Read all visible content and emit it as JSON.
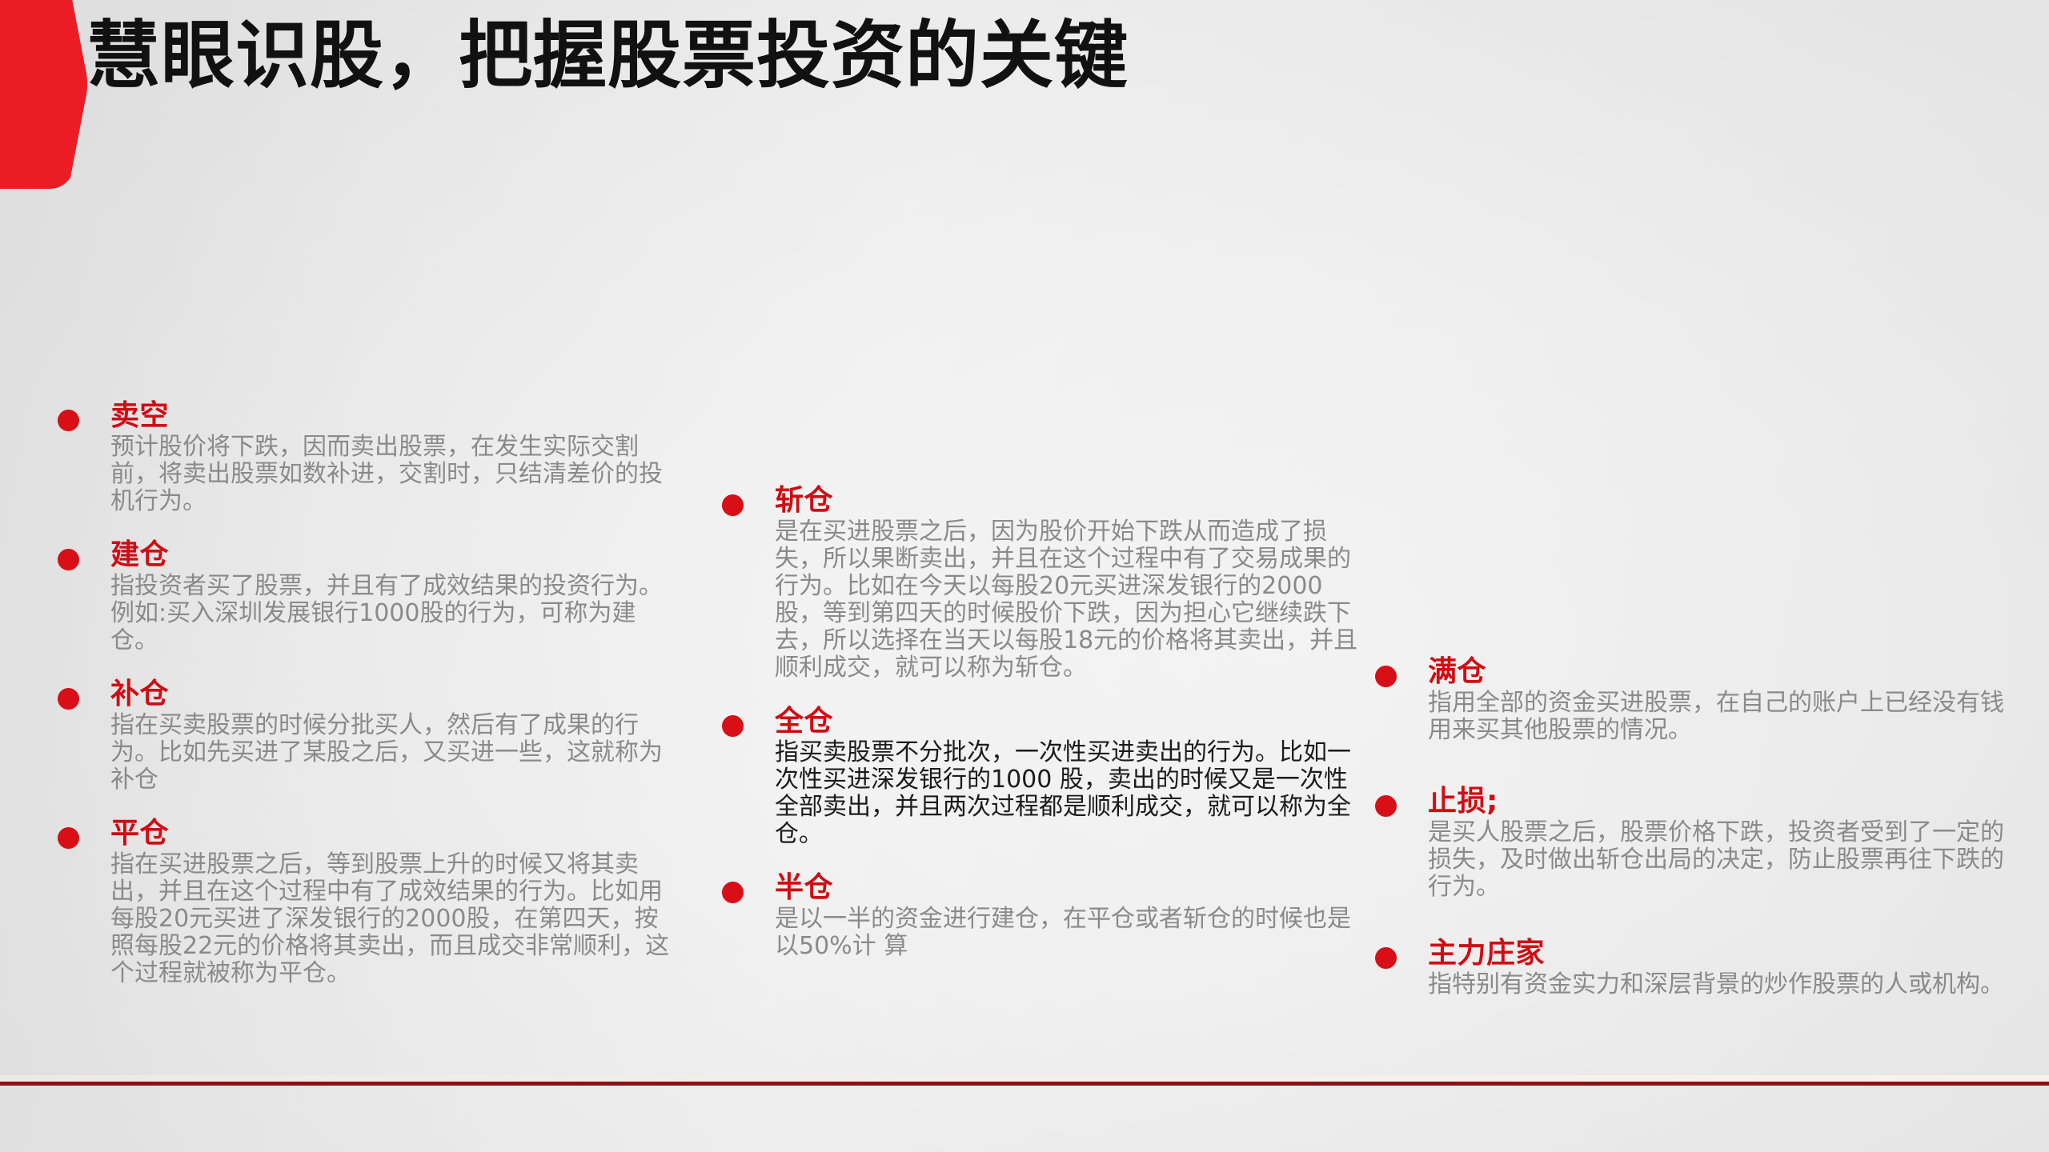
{
  "slide": {
    "title": "慧眼识股，把握股票投资的关键",
    "accent_red": "#d80f16",
    "heading_red": "#cf0d14",
    "body_grey": "#8a8a8a",
    "rule_color": "#8c1018",
    "background": "#ececec",
    "brand_shape_icon": "red-pentagon-arrow-icon"
  },
  "columns": [
    {
      "id": "column-1",
      "items": [
        {
          "heading": "卖空",
          "body": "预计股价将下跌，因而卖出股票，在发生实际交割前，将卖出股票如数补进，交割时，只结清差价的投机行为。",
          "emphasis": false
        },
        {
          "heading": "建仓",
          "body": "指投资者买了股票，并且有了成效结果的投资行为。例如:买入深圳发展银行1000股的行为，可称为建仓。",
          "emphasis": false
        },
        {
          "heading": "补仓",
          "body": "指在买卖股票的时候分批买人，然后有了成果的行为。比如先买进了某股之后，又买进一些，这就称为补仓",
          "emphasis": false
        },
        {
          "heading": "平仓",
          "body": "指在买进股票之后，等到股票上升的时候又将其卖出，并且在这个过程中有了成效结果的行为。比如用每股20元买进了深发银行的2000股，在第四天，按照每股22元的价格将其卖出，而且成交非常顺利，这个过程就被称为平仓。",
          "emphasis": false
        }
      ]
    },
    {
      "id": "column-2",
      "items": [
        {
          "heading": "斩仓",
          "body": "是在买进股票之后，因为股价开始下跌从而造成了损失，所以果断卖出，并且在这个过程中有了交易成果的行为。比如在今天以每股20元买进深发银行的2000股，等到第四天的时候股价下跌，因为担心它继续跌下去，所以选择在当天以每股18元的价格将其卖出，并且顺利成交，就可以称为斩仓。",
          "emphasis": false
        },
        {
          "heading": "全仓",
          "body": "指买卖股票不分批次，一次性买进卖出的行为。比如一次性买进深发银行的1000 股，卖出的时候又是一次性全部卖出，并且两次过程都是顺利成交，就可以称为全仓。",
          "emphasis": true
        },
        {
          "heading": "半仓",
          "body": "是以一半的资金进行建仓，在平仓或者斩仓的时候也是以50%计 算",
          "emphasis": false
        }
      ]
    },
    {
      "id": "column-3",
      "items": [
        {
          "heading": "满仓",
          "body": "指用全部的资金买进股票，在自己的账户上已经没有钱用来买其他股票的情况。",
          "emphasis": false
        },
        {
          "heading": "止损;",
          "body": "是买人股票之后，股票价格下跌，投资者受到了一定的损失，及时做出斩仓出局的决定，防止股票再往下跌的行为。",
          "emphasis": false
        },
        {
          "heading": "主力庄家",
          "body": "指特别有资金实力和深层背景的炒作股票的人或机构。",
          "emphasis": false
        }
      ]
    }
  ]
}
